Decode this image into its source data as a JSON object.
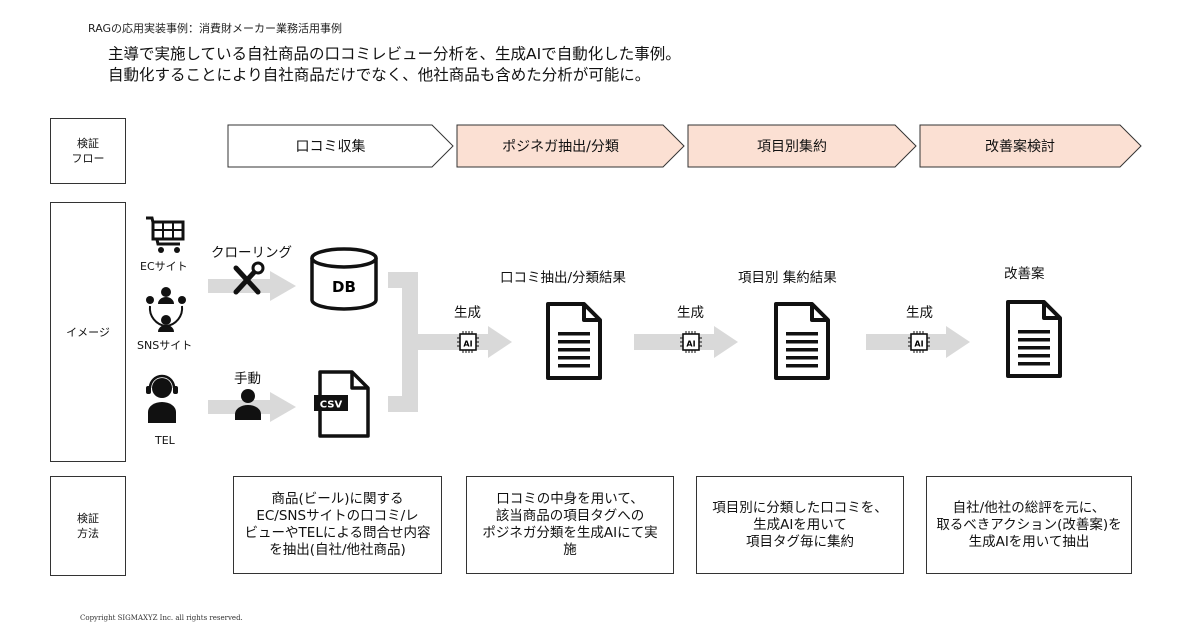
{
  "header": {
    "breadcrumb": "RAGの応用実装事例：消費財メーカー業務活用事例",
    "headline_line1": "主導で実施している自社商品の口コミレビュー分析を、生成AIで自動化した事例。",
    "headline_line2": "自動化することにより自社商品だけでなく、他社商品も含めた分析が可能に。"
  },
  "row_labels": {
    "flow": "検証\nフロー",
    "image": "イメージ",
    "method": "検証\n方法"
  },
  "flow_steps": [
    {
      "label": "口コミ収集",
      "fill": "#ffffff"
    },
    {
      "label": "ポジネガ抽出/分類",
      "fill": "#fbe0d3"
    },
    {
      "label": "項目別集約",
      "fill": "#fbe0d3"
    },
    {
      "label": "改善案検討",
      "fill": "#fbe0d3"
    }
  ],
  "image_row": {
    "ec_label": "ECサイト",
    "sns_label": "SNSサイト",
    "tel_label": "TEL",
    "crawling_label": "クローリング",
    "manual_label": "手動",
    "db_label": "DB",
    "csv_label": "CSV",
    "ai_chip_label": "AI",
    "generate_label": "生成",
    "result1_label": "口コミ抽出/分類結果",
    "result2_label": "項目別 集約結果",
    "result3_label": "改善案"
  },
  "icons": [
    "shopping-cart-icon",
    "people-network-icon",
    "headset-operator-icon",
    "tools-icon",
    "person-icon",
    "database-icon",
    "csv-file-icon",
    "ai-chip-icon",
    "document-icon",
    "arrow-right-icon"
  ],
  "methods": [
    "商品(ビール)に関する\nEC/SNSサイトの口コミ/レ\nビューやTELによる問合せ内容\nを抽出(自社/他社商品)",
    "口コミの中身を用いて、\n該当商品の項目タグへの\nポジネガ分類を生成AIにて実\n施",
    "項目別に分類した口コミを、\n生成AIを用いて\n項目タグ毎に集約",
    "自社/他社の総評を元に、\n取るべきアクション(改善案)を\n生成AIを用いて抽出"
  ],
  "footer": {
    "copyright": "Copyright SIGMAXYZ Inc. all rights reserved."
  },
  "colors": {
    "step_highlight": "#fbe0d3",
    "arrow_gray": "#d9d9d9",
    "border": "#333333"
  }
}
